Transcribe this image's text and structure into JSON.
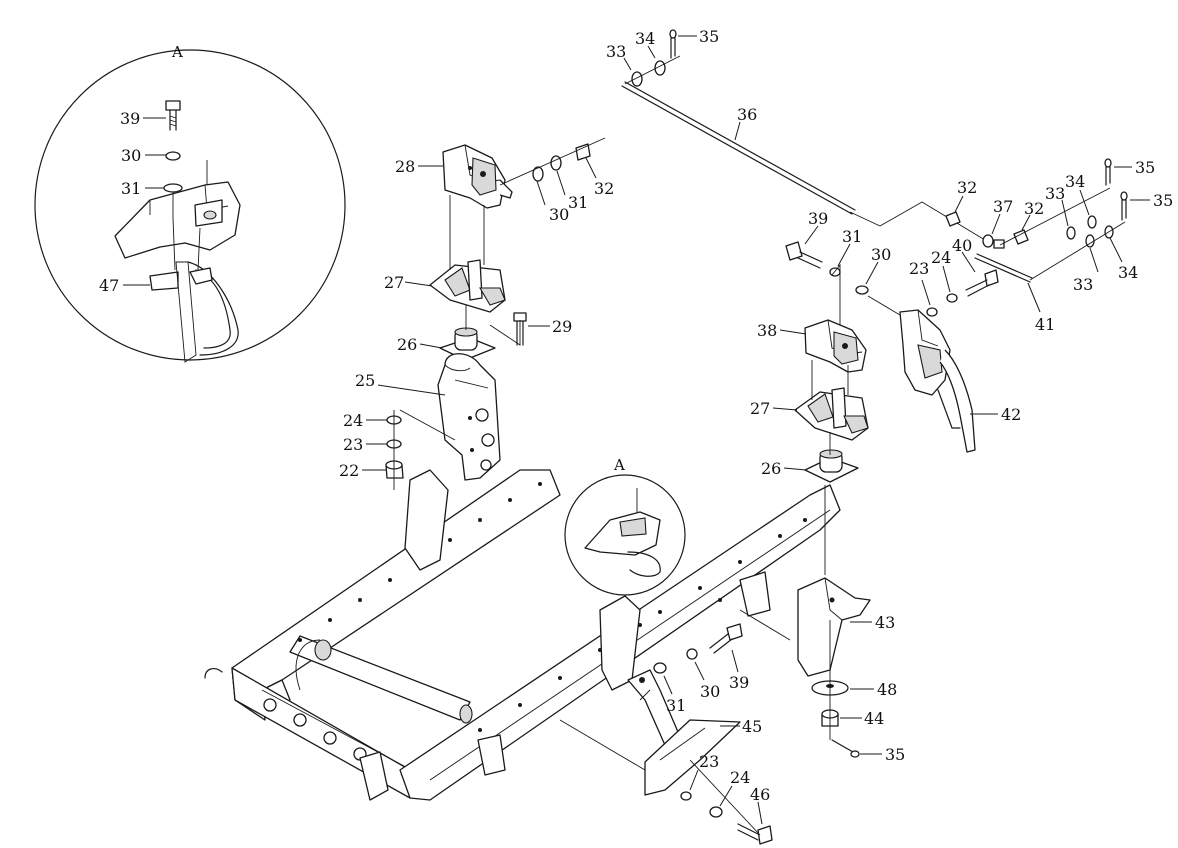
{
  "detail_views": {
    "large": {
      "label": "A"
    },
    "small": {
      "label": "A"
    }
  },
  "callouts": {
    "n35a": "35",
    "n34a": "34",
    "n33a": "33",
    "n36": "36",
    "n28": "28",
    "n30a": "30",
    "n31a": "31",
    "n32a": "32",
    "n27a": "27",
    "n29": "29",
    "n26a": "26",
    "n25": "25",
    "n24a": "24",
    "n23a": "23",
    "n22": "22",
    "n39a": "39",
    "n30b": "30",
    "n31b": "31",
    "n47": "47",
    "n32b": "32",
    "n37": "37",
    "n32c": "32",
    "n33b": "33",
    "n34b": "34",
    "n35b": "35",
    "n35c": "35",
    "n33c": "33",
    "n34c": "34",
    "n41": "41",
    "n39b": "39",
    "n31c": "31",
    "n30c": "30",
    "n23b": "23",
    "n24b": "24",
    "n40": "40",
    "n38": "38",
    "n42": "42",
    "n27b": "27",
    "n26b": "26",
    "n43": "43",
    "n48": "48",
    "n44": "44",
    "n35d": "35",
    "n39c": "39",
    "n30d": "30",
    "n31d": "31",
    "n45": "45",
    "n23c": "23",
    "n24c": "24",
    "n46": "46"
  },
  "colors": {
    "ink": "#1a1a1a",
    "background": "#ffffff",
    "shade": "#d9d9d9"
  }
}
